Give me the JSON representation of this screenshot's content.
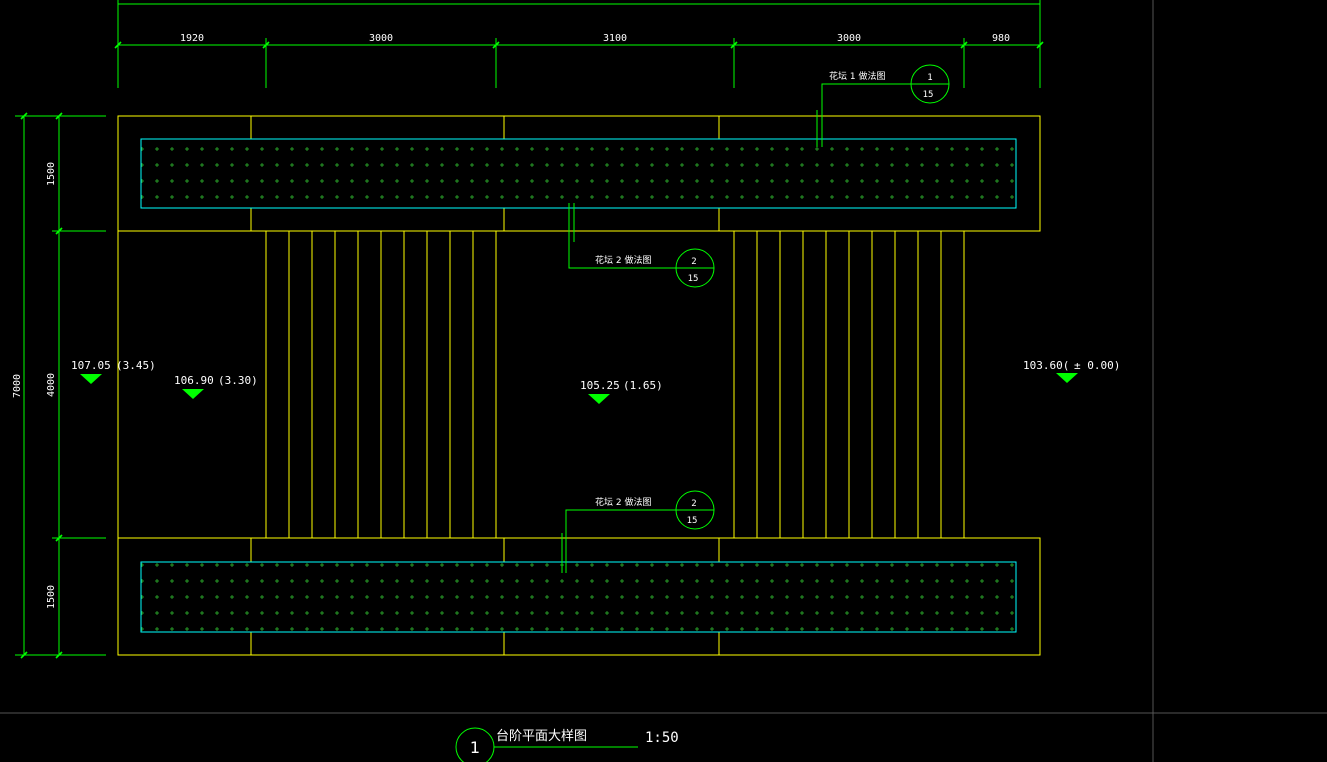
{
  "colors": {
    "background": "#000000",
    "dimension": "#00ff00",
    "structure": "#ffff00",
    "planter_edge": "#00ffff",
    "hatch": "#33cc33",
    "text": "#ffffff",
    "frame": "#555555"
  },
  "dimensions": {
    "top": [
      "1920",
      "3000",
      "3100",
      "3000",
      "980"
    ],
    "left_sub": [
      "1500",
      "4000",
      "1500"
    ],
    "left_total": "7000"
  },
  "elevations": [
    {
      "value": "107.05",
      "relative": "(3.45)"
    },
    {
      "value": "106.90",
      "relative": "(3.30)"
    },
    {
      "value": "105.25",
      "relative": "(1.65)"
    },
    {
      "value": "103.60(",
      "relative": "± 0.00)"
    }
  ],
  "callouts": [
    {
      "text": "花坛  1 做法图",
      "detail": "1",
      "sheet": "15"
    },
    {
      "text": "花坛  2 做法图",
      "detail": "2",
      "sheet": "15"
    },
    {
      "text": "花坛  2 做法图",
      "detail": "2",
      "sheet": "15"
    }
  ],
  "title": {
    "number": "1",
    "name": "台阶平面大样图",
    "scale": "1:50"
  }
}
